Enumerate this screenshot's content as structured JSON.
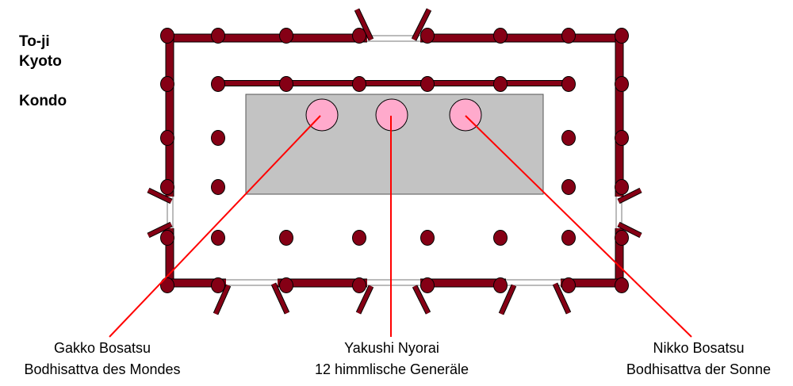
{
  "title": {
    "line1": "To-ji",
    "line2": "Kyoto",
    "line3": "Kondo"
  },
  "labels": [
    {
      "name": "Gakko Bosatsu",
      "desc": "Bodhisattva des Mondes"
    },
    {
      "name": "Yakushi Nyorai",
      "desc": "12 himmlische Generäle"
    },
    {
      "name": "Nikko Bosatsu",
      "desc": "Bodhisattva der Sonne"
    }
  ],
  "colors": {
    "wall": "#850015",
    "altar": "#c3c3c3",
    "statue": "#ffaacc",
    "pointer": "#ff0000"
  }
}
